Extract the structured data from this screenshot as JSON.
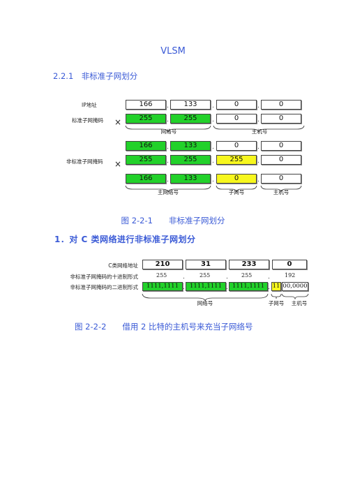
{
  "page": {
    "title": "VLSM",
    "section_heading": "2.2.1　非标准子网划分"
  },
  "figure1": {
    "row_labels": {
      "ip": "IP地址",
      "std_mask": "标准子网掩码",
      "nonstd_mask": "非标准子网掩码"
    },
    "times_symbol": "×",
    "dot": ".",
    "ip_row": [
      "166",
      "133",
      "0",
      "0"
    ],
    "std_mask_row": [
      "255",
      "255",
      "0",
      "0"
    ],
    "std_brace_labels": [
      "网络号",
      "主机号"
    ],
    "std_result_row": [
      "166",
      "133",
      "0",
      "0"
    ],
    "nonstd_mask_row": [
      "255",
      "255",
      "255",
      "0"
    ],
    "nonstd_result_row": [
      "166",
      "133",
      "0",
      "0"
    ],
    "bottom_labels": [
      "主网络号",
      "子网号",
      "主机号"
    ],
    "caption": "图 2-2-1　　非标准子网划分"
  },
  "section1_heading": "1．对 C 类网络进行非标准子网划分",
  "figure2": {
    "row_labels": {
      "c_addr": "C类网络地址",
      "dec_mask": "非标准子网掩码的十进制形式",
      "bin_mask": "非标准子网掩码的二进制形式"
    },
    "c_addr_row": [
      "210",
      "31",
      "233",
      "0"
    ],
    "dec_mask_row": [
      "255",
      "255",
      "255",
      "192"
    ],
    "bin_mask_row": [
      "1111,1111",
      "1111,1111",
      "1111,1111",
      "11",
      "00,0000"
    ],
    "brace_labels": [
      "网络号",
      "子网号",
      "主机号"
    ],
    "caption": "图 2-2-2　　借用 2 比特的主机号来充当子网络号"
  },
  "colors": {
    "heading_blue": "#3a5ad6",
    "network_green": "#22d12a",
    "subnet_yellow": "#f7f71e"
  }
}
